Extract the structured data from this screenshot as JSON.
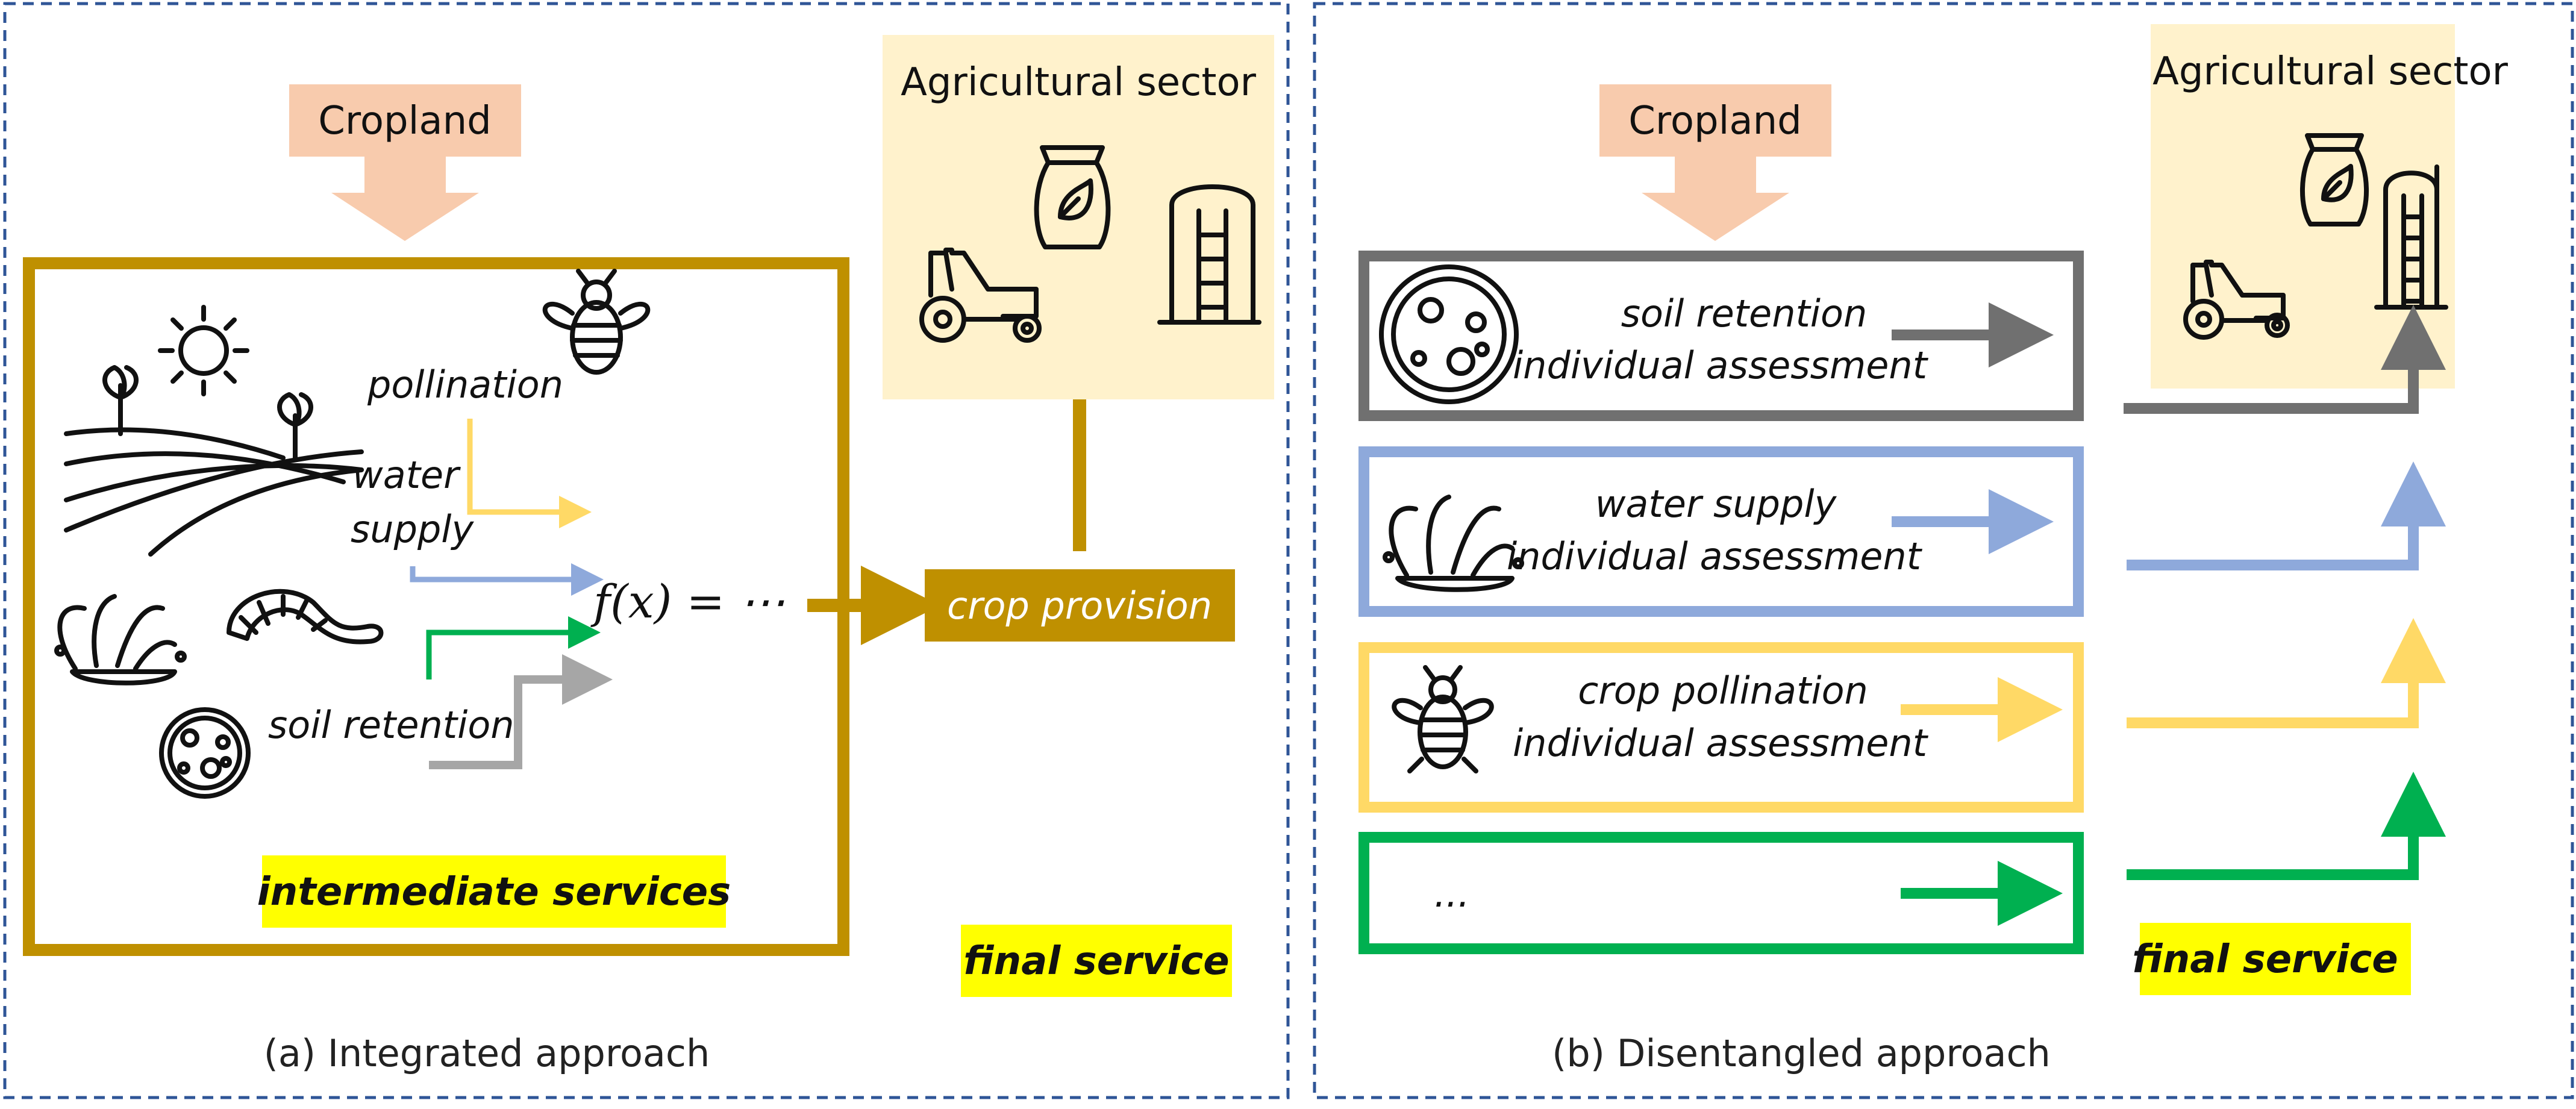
{
  "panels": {
    "a": {
      "caption": "(a) Integrated approach",
      "cropland_label": "Cropland",
      "sector_title": "Agricultural sector",
      "pollination_label": "pollination",
      "water_label_line1": "water",
      "water_label_line2": "supply",
      "soil_label": "soil retention",
      "function_label": "f(x) = ⋯",
      "crop_provision_label": "crop provision",
      "intermediate_label": "intermediate services",
      "final_label": "final service"
    },
    "b": {
      "caption": "(b) Disentangled approach",
      "cropland_label": "Cropland",
      "sector_title": "Agricultural sector",
      "rows": [
        {
          "line1": "soil retention",
          "line2": "individual assessment",
          "color": "#707070"
        },
        {
          "line1": "water supply",
          "line2": "individual assessment",
          "color": "#8EA9DB"
        },
        {
          "line1": "crop pollination",
          "line2": "individual assessment",
          "color": "#FFD966"
        },
        {
          "line1": "...",
          "line2": "",
          "color": "#00B050"
        }
      ],
      "final_label": "final service"
    }
  },
  "colors": {
    "cropland_fill": "#F8CBAD",
    "sector_fill": "#FFF2CC",
    "gold": "#BF9000",
    "highlight": "#FFFF00",
    "panel_border": "#2F5597",
    "gray": "#A6A6A6",
    "blue": "#8EA9DB",
    "green": "#00B050",
    "yellow": "#FFD966",
    "dark_gray": "#707070"
  }
}
